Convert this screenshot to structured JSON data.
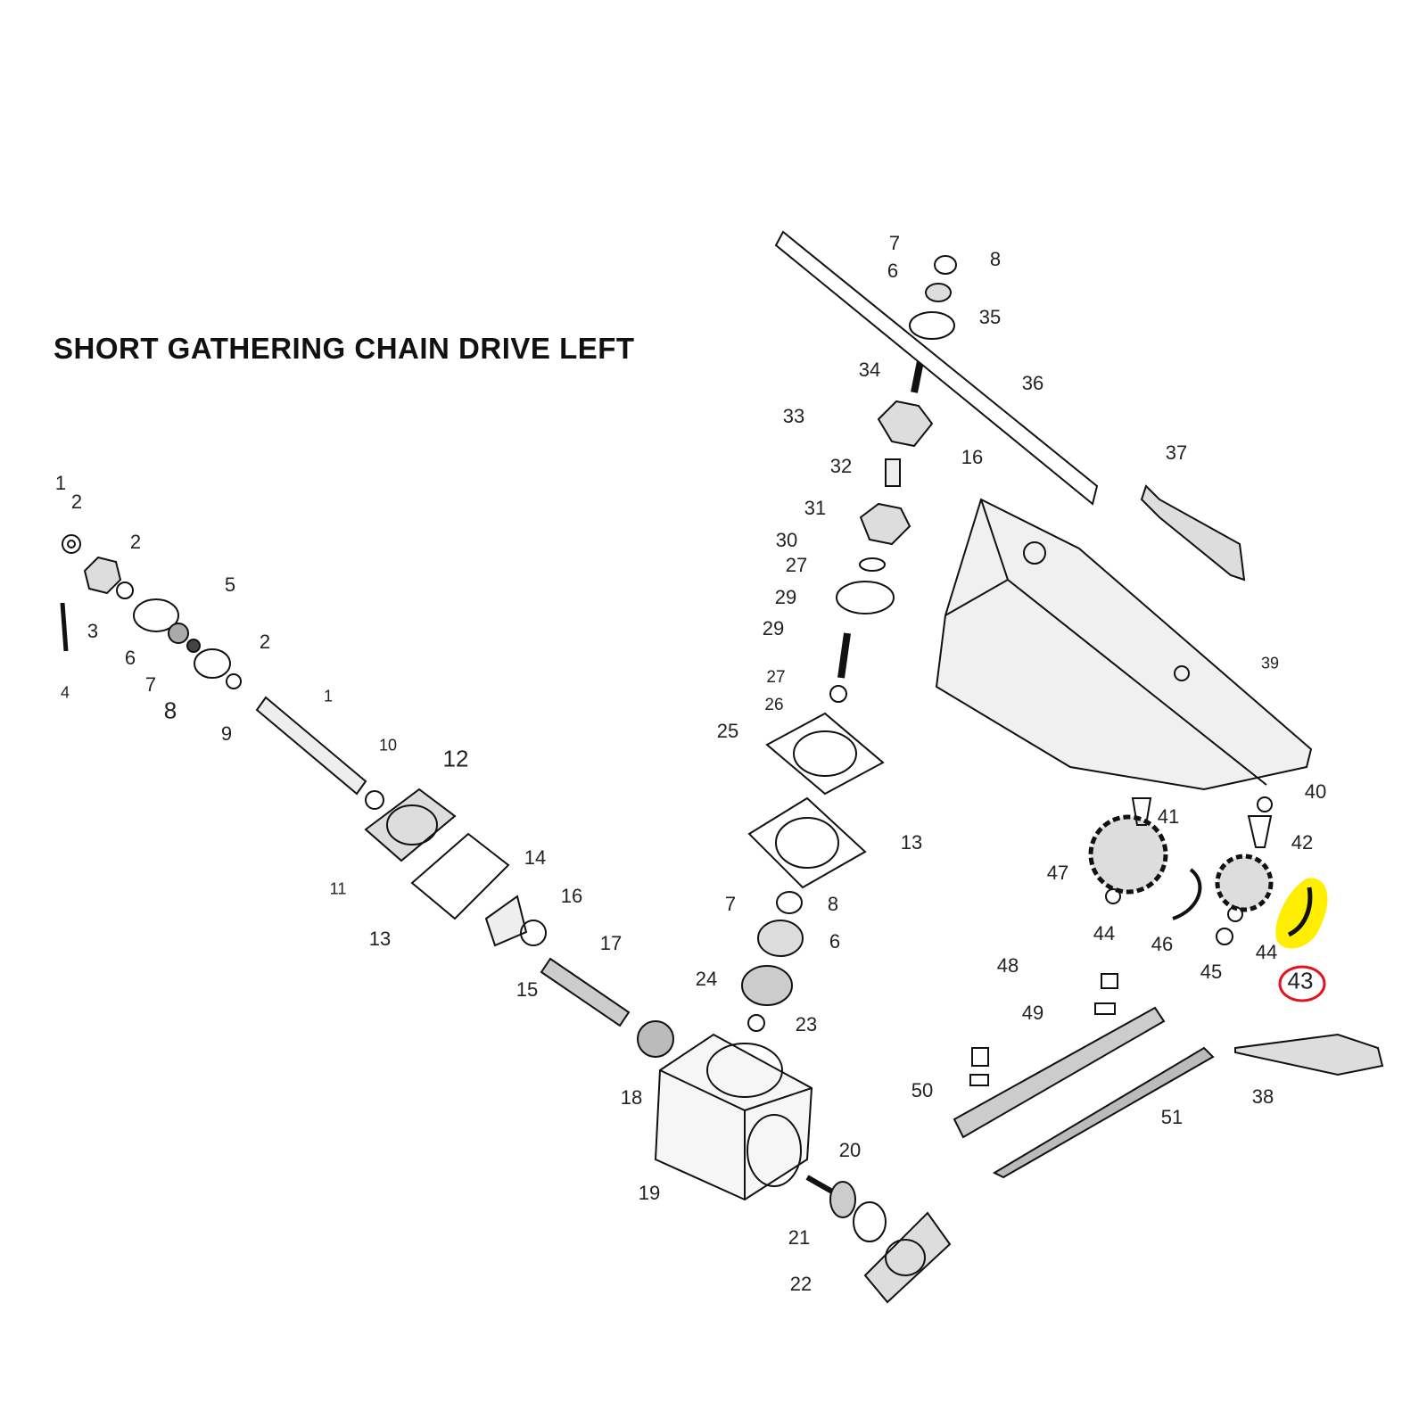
{
  "title": "SHORT GATHERING CHAIN DRIVE LEFT",
  "highlight": {
    "part": "43",
    "highlight_color": "#ffee00",
    "circle_color": "#e0161e"
  },
  "labels": [
    "1",
    "2",
    "2",
    "3",
    "4",
    "5",
    "6",
    "7",
    "8",
    "2",
    "1",
    "9",
    "10",
    "12",
    "11",
    "13",
    "14",
    "16",
    "15",
    "17",
    "18",
    "19",
    "20",
    "21",
    "22",
    "23",
    "24",
    "6",
    "8",
    "7",
    "13",
    "25",
    "26",
    "27",
    "29",
    "29",
    "27",
    "30",
    "31",
    "32",
    "33",
    "34",
    "16",
    "36",
    "35",
    "6",
    "7",
    "8",
    "37",
    "39",
    "40",
    "41",
    "42",
    "47",
    "44",
    "46",
    "44",
    "45",
    "43",
    "48",
    "49",
    "50",
    "51",
    "38"
  ]
}
